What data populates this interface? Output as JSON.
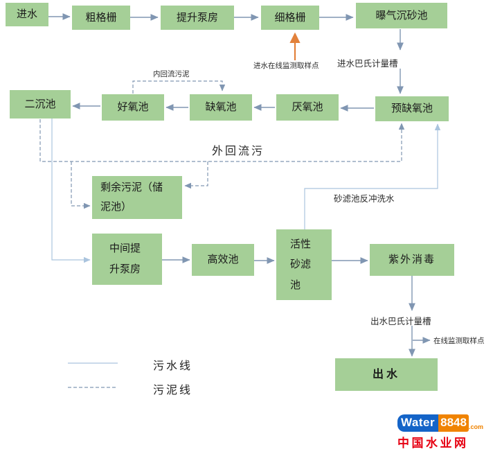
{
  "boxes": {
    "inlet": {
      "label": "进水"
    },
    "coarse_screen": {
      "label": "粗格栅"
    },
    "lift_pump": {
      "label": "提升泵房"
    },
    "fine_screen": {
      "label": "细格栅"
    },
    "aerated_grit": {
      "label": "曝气沉砂池"
    },
    "pre_anoxic": {
      "label": "预缺氧池"
    },
    "anaerobic": {
      "label": "厌氧池"
    },
    "anoxic": {
      "label": "缺氧池"
    },
    "aerobic": {
      "label": "好氧池"
    },
    "secondary_sed": {
      "label": "二沉池"
    },
    "excess_sludge": {
      "label": "剩余污泥（储\n泥池）"
    },
    "mid_lift_pump": {
      "label": "中间提\n升泵房"
    },
    "high_eff": {
      "label": "高效池"
    },
    "sand_filter": {
      "label": "活性\n砂滤\n池"
    },
    "uv": {
      "label": "紫外消毒"
    },
    "outlet": {
      "label": "出水"
    }
  },
  "labels": {
    "inlet_sample": "进水在线监测取样点",
    "inlet_flume": "进水巴氏计量槽",
    "internal_return": "内回流污泥",
    "external_return": "外回流污",
    "backwash": "砂滤池反冲洗水",
    "outlet_flume": "出水巴氏计量槽",
    "outlet_sample": "在线监测取样点"
  },
  "legend": {
    "sewage_line": "污水线",
    "sludge_line": "污泥线"
  },
  "logo": {
    "word": "Water",
    "num": "8848",
    "tld": ".com",
    "cn": "中国水业网"
  },
  "colors": {
    "box_green": "#a5cf97",
    "line_blue": "#8096b2",
    "light_blue": "#aac4de",
    "orange": "#e2813b",
    "logo_blue": "#1464c8",
    "logo_orange": "#f08300",
    "logo_red": "#e60012"
  }
}
